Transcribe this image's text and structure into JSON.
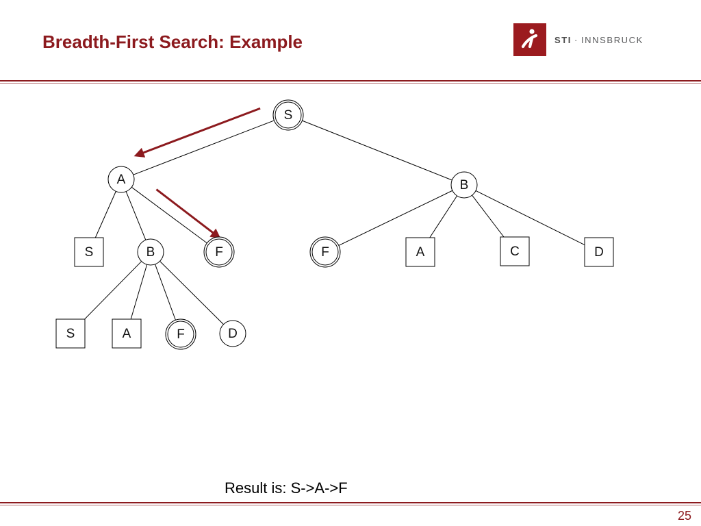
{
  "slide": {
    "title": "Breadth-First Search: Example",
    "logo": {
      "brand": "STI",
      "separator": "·",
      "location": "INNSBRUCK"
    },
    "result": "Result is: S->A->F",
    "page_number": "25"
  },
  "colors": {
    "accent": "#8c1a1e",
    "accent_light": "#b9787a",
    "edge": "#000000"
  },
  "tree": {
    "nodes": [
      {
        "id": "n-s-root",
        "label": "S",
        "shape": "circle",
        "goal": false,
        "visited": true
      },
      {
        "id": "n-a",
        "label": "A",
        "shape": "circle",
        "goal": false,
        "visited": false
      },
      {
        "id": "n-b",
        "label": "B",
        "shape": "circle",
        "goal": false,
        "visited": false
      },
      {
        "id": "n-a-s",
        "label": "S",
        "shape": "square",
        "goal": false,
        "visited": false
      },
      {
        "id": "n-a-b",
        "label": "B",
        "shape": "circle",
        "goal": false,
        "visited": false
      },
      {
        "id": "n-a-f",
        "label": "F",
        "shape": "circle",
        "goal": true,
        "visited": false
      },
      {
        "id": "n-b-f",
        "label": "F",
        "shape": "circle",
        "goal": true,
        "visited": false
      },
      {
        "id": "n-b-a",
        "label": "A",
        "shape": "square",
        "goal": false,
        "visited": false
      },
      {
        "id": "n-b-c",
        "label": "C",
        "shape": "square",
        "goal": false,
        "visited": false
      },
      {
        "id": "n-b-d",
        "label": "D",
        "shape": "square",
        "goal": false,
        "visited": false
      },
      {
        "id": "n-ab-s",
        "label": "S",
        "shape": "square",
        "goal": false,
        "visited": false
      },
      {
        "id": "n-ab-a",
        "label": "A",
        "shape": "square",
        "goal": false,
        "visited": false
      },
      {
        "id": "n-ab-f",
        "label": "F",
        "shape": "circle",
        "goal": true,
        "visited": false
      },
      {
        "id": "n-ab-d",
        "label": "D",
        "shape": "circle",
        "goal": false,
        "visited": false
      }
    ],
    "edges": [
      [
        "n-s-root",
        "n-a"
      ],
      [
        "n-s-root",
        "n-b"
      ],
      [
        "n-a",
        "n-a-s"
      ],
      [
        "n-a",
        "n-a-b"
      ],
      [
        "n-a",
        "n-a-f"
      ],
      [
        "n-b",
        "n-b-f"
      ],
      [
        "n-b",
        "n-b-a"
      ],
      [
        "n-b",
        "n-b-c"
      ],
      [
        "n-b",
        "n-b-d"
      ],
      [
        "n-a-b",
        "n-ab-s"
      ],
      [
        "n-a-b",
        "n-ab-a"
      ],
      [
        "n-a-b",
        "n-ab-f"
      ],
      [
        "n-a-b",
        "n-ab-d"
      ]
    ],
    "search_path": [
      "n-s-root",
      "n-a",
      "n-a-f"
    ]
  }
}
